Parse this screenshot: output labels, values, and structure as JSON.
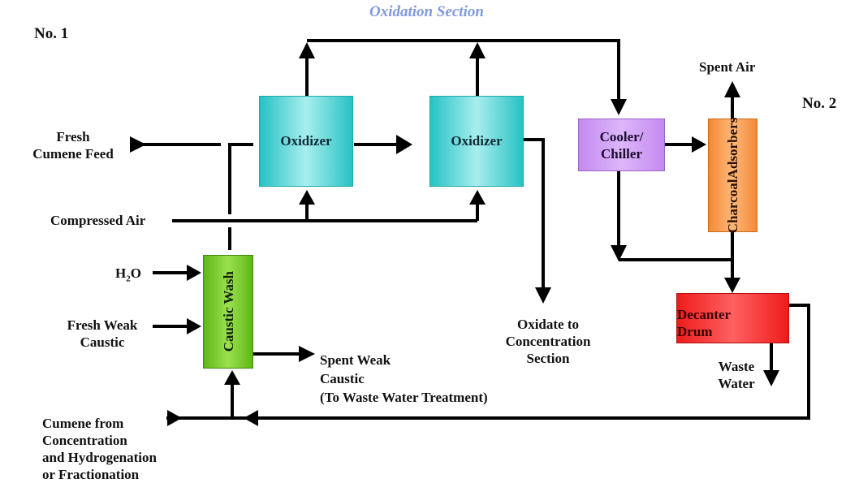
{
  "title": "Oxidation Section",
  "unit_labels": {
    "no1": "No. 1",
    "no2": "No. 2"
  },
  "equipment": {
    "oxidizer_1": "Oxidizer",
    "oxidizer_2": "Oxidizer",
    "cooler": [
      "Cooler/",
      "Chiller"
    ],
    "charcoal": [
      "Charcoal",
      "Adsorbers"
    ],
    "decanter": [
      "Decanter",
      "Drum"
    ],
    "caustic_wash": "Caustic Wash"
  },
  "streams": {
    "fresh_cumene": [
      "Fresh",
      "Cumene Feed"
    ],
    "compressed_air": "Compressed Air",
    "h2o": {
      "main": "H",
      "sub": "2",
      "tail": "O"
    },
    "fresh_weak_caustic": [
      "Fresh Weak",
      "Caustic"
    ],
    "spent_weak_caustic": [
      "Spent Weak",
      "Caustic",
      "(To Waste Water Treatment)"
    ],
    "cumene_recycle": [
      "Cumene from",
      "Concentration",
      "and Hydrogenation",
      "or Fractionation"
    ],
    "oxidate": [
      "Oxidate to",
      "Concentration",
      "Section"
    ],
    "spent_air": "Spent Air",
    "waste_water": [
      "Waste",
      "Water"
    ]
  },
  "colors": {
    "oxidizer": "#26c2c4",
    "cooler": "#c48af0",
    "charcoal": "#f28a36",
    "decanter": "#ee1c1c",
    "caustic_wash": "#5fb815",
    "title": "#7f98e0"
  }
}
